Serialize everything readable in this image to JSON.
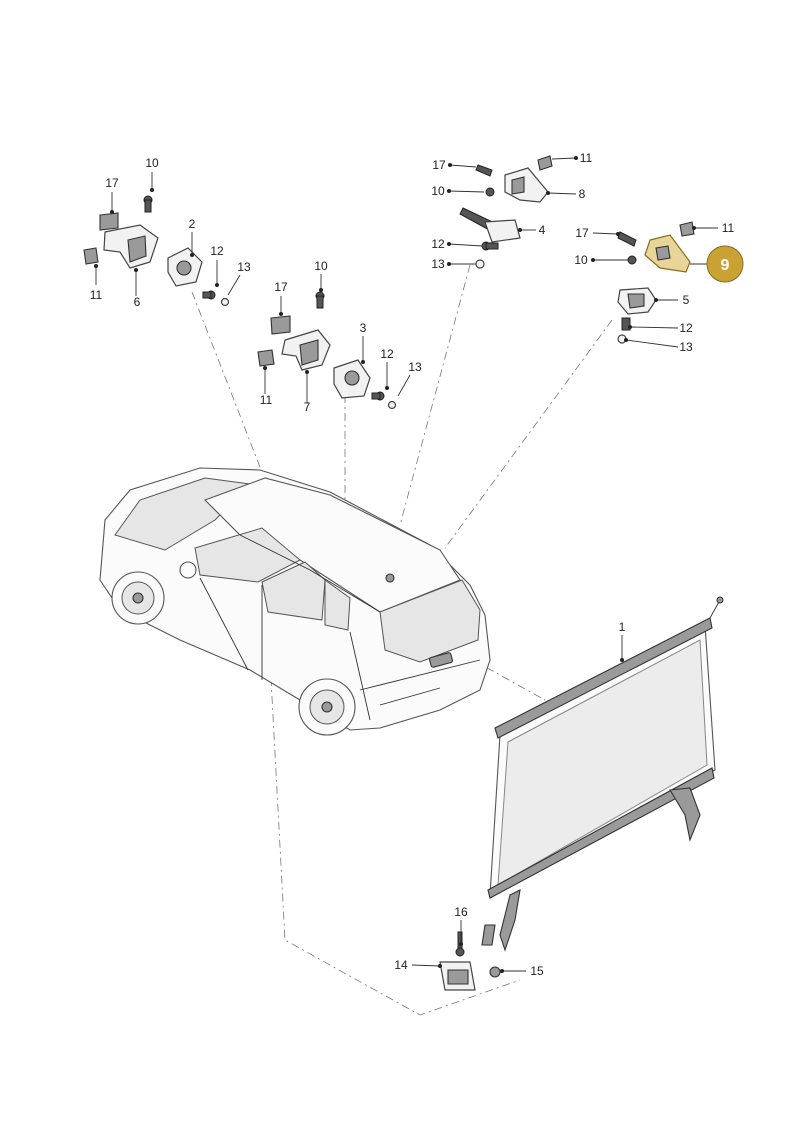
{
  "callouts": {
    "c1": "1",
    "c2": "2",
    "c3": "3",
    "c4": "4",
    "c5": "5",
    "c6": "6",
    "c7": "7",
    "c8": "8",
    "c9": "9",
    "c10a": "10",
    "c10b": "10",
    "c10c": "10",
    "c10d": "10",
    "c11a": "11",
    "c11b": "11",
    "c11c": "11",
    "c11d": "11",
    "c12a": "12",
    "c12b": "12",
    "c12c": "12",
    "c12d": "12",
    "c13a": "13",
    "c13b": "13",
    "c13c": "13",
    "c13d": "13",
    "c14": "14",
    "c15": "15",
    "c16": "16",
    "c17a": "17",
    "c17b": "17",
    "c17c": "17",
    "c17d": "17"
  },
  "highlight": {
    "badge": "9",
    "color": "#c9a233"
  }
}
